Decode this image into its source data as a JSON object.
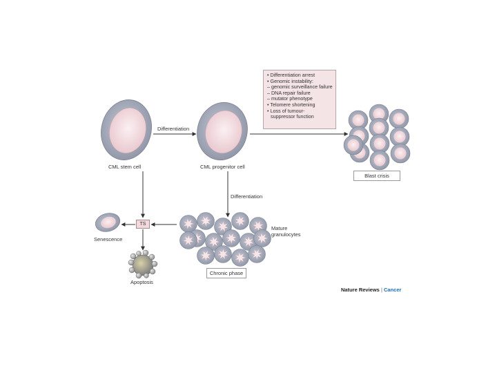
{
  "nodes": {
    "stem_cell": "CML stem cell",
    "progenitor_cell": "CML progenitor cell",
    "senescence": "Senescence",
    "apoptosis": "Apoptosis",
    "mature_granulocytes_line1": "Mature",
    "mature_granulocytes_line2": "granulocytes",
    "ts": "TS"
  },
  "edges": {
    "differentiation_top": "Differentiation",
    "differentiation_down": "Differentiation"
  },
  "boxes": {
    "blast_crisis": "Blast crisis",
    "chronic_phase": "Chronic phase"
  },
  "blast_crisis_factors": [
    "• Differentiation arrest",
    "• Genomic instability:",
    "– genomic surveillance failure",
    "– DNA repair failure",
    "– mutator phenotype",
    "• Telomere shortening",
    "• Loss of tumour-",
    "suppressor function"
  ],
  "credit": {
    "brand": "Nature Reviews",
    "separator": " | ",
    "journal": "Cancer"
  },
  "colors": {
    "cell_outer": "#a9aebd",
    "cell_inner": "#f3dde1",
    "info_box": "#f4e4e6",
    "arrow": "#333333",
    "journal_blue": "#1c6fb5"
  }
}
